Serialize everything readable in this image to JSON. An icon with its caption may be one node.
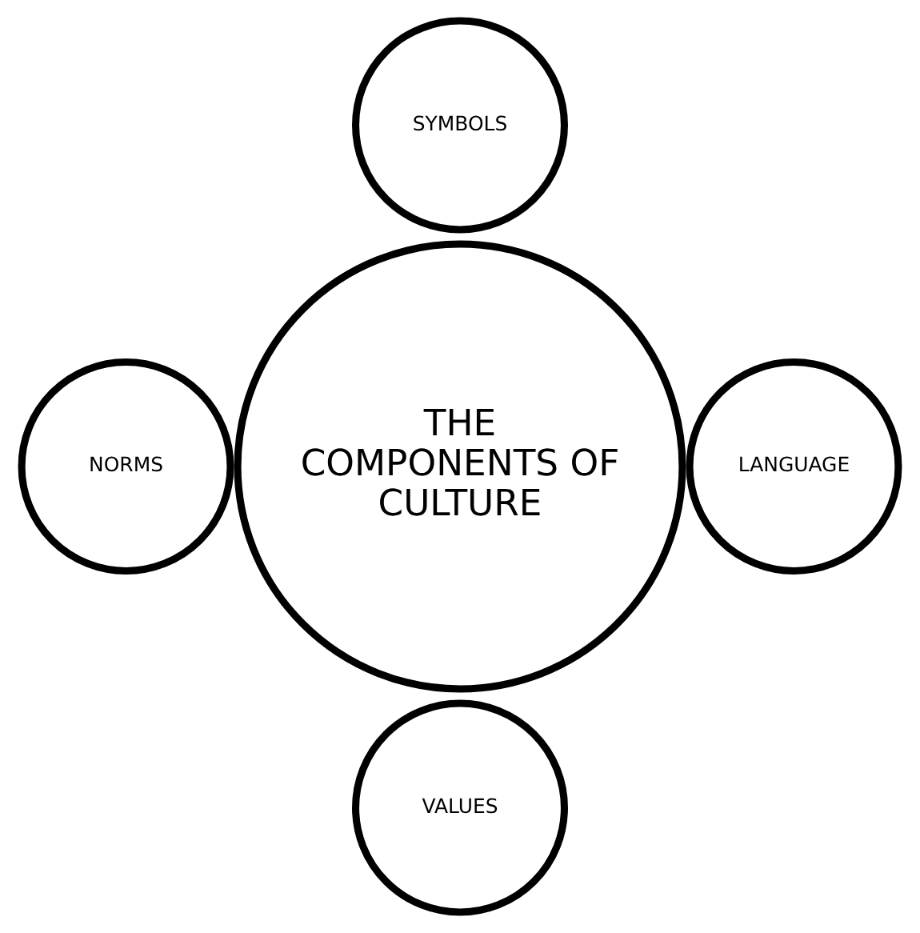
{
  "diagram": {
    "nodes": [
      {
        "text": [
          "SYMBOLS"
        ]
      },
      {
        "text": [
          "NORMS"
        ]
      },
      {
        "text": [
          "THE COMPONENTS OF CULTURE"
        ]
      },
      {
        "text": [
          "LANGUAGE"
        ]
      },
      {
        "text": [
          "VALUES"
        ]
      }
    ]
  }
}
